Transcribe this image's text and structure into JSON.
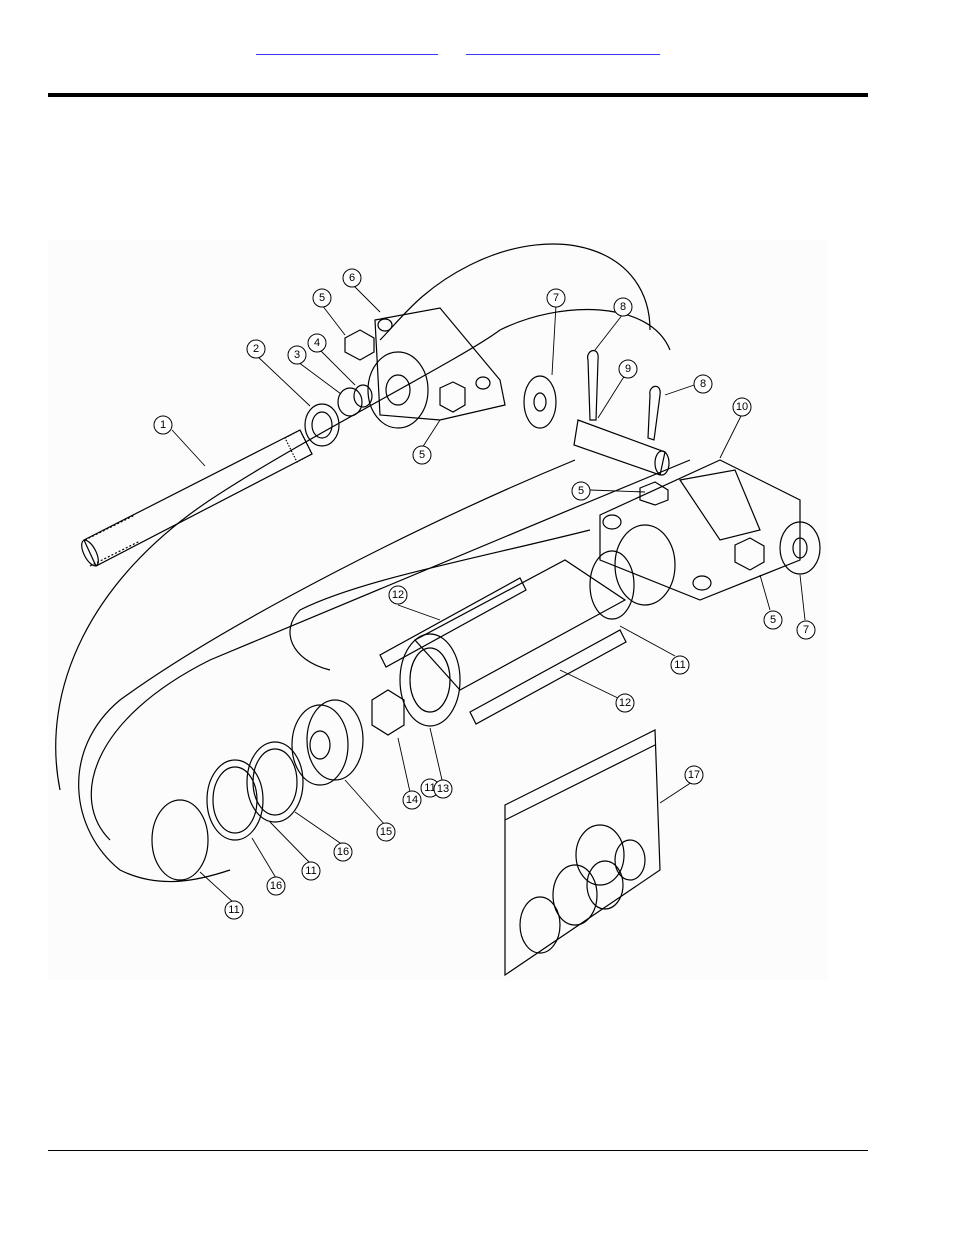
{
  "header": {
    "links": [
      {
        "label": ""
      },
      {
        "label": ""
      }
    ]
  },
  "diagram": {
    "callouts": [
      "1",
      "2",
      "3",
      "4",
      "5",
      "5",
      "5",
      "5",
      "6",
      "7",
      "7",
      "8",
      "8",
      "9",
      "10",
      "11",
      "11",
      "11",
      "11",
      "12",
      "12",
      "13",
      "14",
      "15",
      "16",
      "16",
      "17"
    ]
  },
  "colors": {
    "link": "#3a3aff",
    "rule": "#000000",
    "line_art": "#000000"
  }
}
